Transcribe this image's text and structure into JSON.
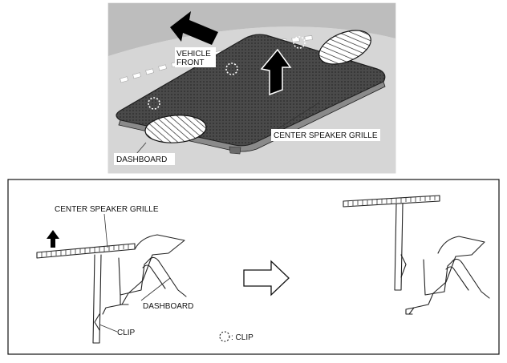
{
  "top_view": {
    "vehicle_front_label_line1": "VEHICLE",
    "vehicle_front_label_line2": "FRONT",
    "center_speaker_grille_label": "CENTER SPEAKER GRILLE",
    "dashboard_label": "DASHBOARD"
  },
  "section_view": {
    "center_speaker_grille_label": "CENTER SPEAKER GRILLE",
    "dashboard_label": "DASHBOARD",
    "clip_label": "CLIP"
  },
  "legend": {
    "clip_symbol_label": ": CLIP"
  },
  "colors": {
    "background": "#ffffff",
    "dashboard_gray": "#d4d4d4",
    "grille_dark": "#3a3a3a",
    "line": "#222222"
  },
  "icons": {
    "direction_arrow": "up-arrow-icon",
    "transition_arrow": "right-arrow-outline-icon",
    "clip_marker": "dashed-circle-icon"
  }
}
